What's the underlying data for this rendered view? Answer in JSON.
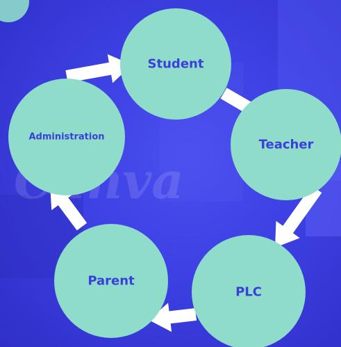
{
  "diagram": {
    "nodes": [
      {
        "id": "student",
        "label": "Student"
      },
      {
        "id": "teacher",
        "label": "Teacher"
      },
      {
        "id": "plc",
        "label": "PLC"
      },
      {
        "id": "parent",
        "label": "Parent"
      },
      {
        "id": "administration",
        "label": "Administration"
      }
    ],
    "edges": [
      {
        "from": "student",
        "to": "teacher"
      },
      {
        "from": "teacher",
        "to": "plc"
      },
      {
        "from": "plc",
        "to": "parent"
      },
      {
        "from": "parent",
        "to": "administration"
      },
      {
        "from": "administration",
        "to": "student"
      }
    ]
  },
  "watermark": {
    "text": "Canva"
  },
  "colors": {
    "background": "#3c3fe0",
    "node_fill": "#8fdccb",
    "node_text": "#3a3fdc",
    "arrow": "#ffffff"
  }
}
